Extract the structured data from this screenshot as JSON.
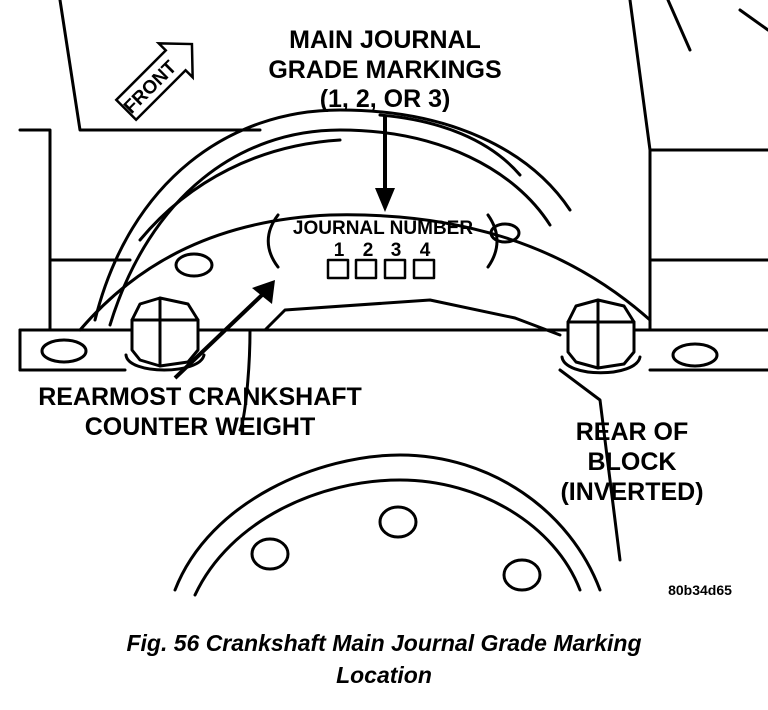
{
  "labels": {
    "front": "FRONT",
    "grade_line1": "MAIN JOURNAL",
    "grade_line2": "GRADE MARKINGS",
    "grade_line3": "(1, 2, OR 3)",
    "journal_number": "JOURNAL NUMBER",
    "journal_digits": [
      "1",
      "2",
      "3",
      "4"
    ],
    "counterweight_line1": "REARMOST CRANKSHAFT",
    "counterweight_line2": "COUNTER WEIGHT",
    "rear_line1": "REAR OF",
    "rear_line2": "BLOCK",
    "rear_line3": "(INVERTED)"
  },
  "figure_code": "80b34d65",
  "caption": {
    "line1": "Fig. 56 Crankshaft Main Journal Grade Marking",
    "line2": "Location"
  }
}
